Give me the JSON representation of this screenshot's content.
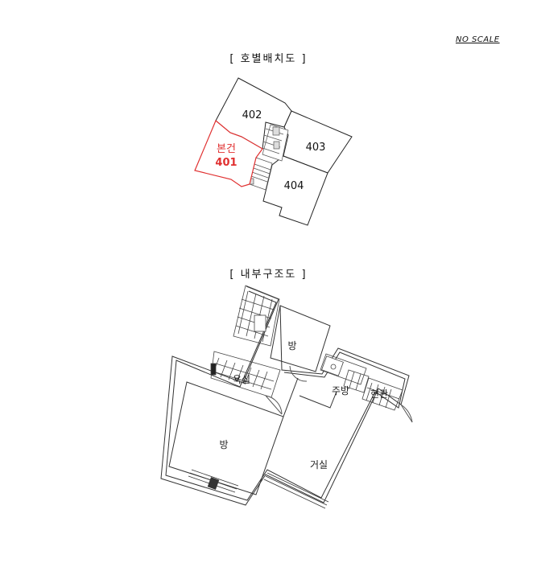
{
  "header": {
    "scale_note": "NO SCALE",
    "layout_title": "[ 호별배치도 ]",
    "interior_title": "[ 내부구조도 ]"
  },
  "layout": {
    "units": [
      "402",
      "403",
      "404"
    ],
    "subject_unit": {
      "prefix": "본건",
      "number": "401"
    },
    "subject_color": "#e03030"
  },
  "interior": {
    "rooms": {
      "room_top": "방",
      "bathroom": "욕실",
      "kitchen": "주방",
      "laundry": "현관",
      "room_main": "방",
      "living": "거실"
    }
  }
}
